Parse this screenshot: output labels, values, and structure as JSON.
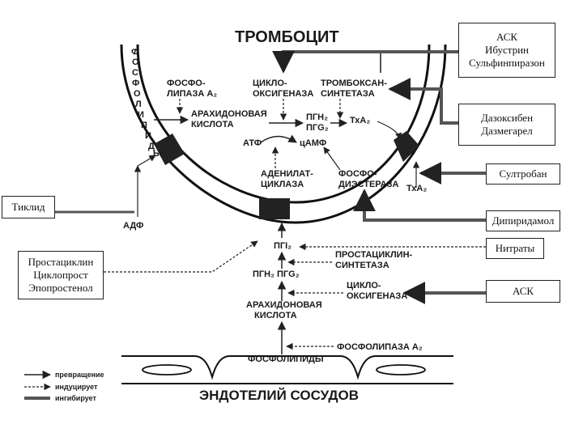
{
  "cell": {
    "title": "ТРОМБОЦИТ",
    "membrane_label": "ФОСФОЛИПИДЫ",
    "phospholipase": [
      "ФОСФО-",
      "ЛИПАЗА А₂"
    ],
    "cyclooxygenase": [
      "ЦИКЛО-",
      "ОКСИГЕНАЗА"
    ],
    "thromboxane_synthetase": [
      "ТРОМБОКСАН-",
      "СИНТЕТАЗА"
    ],
    "arachidonic_acid": [
      "АРАХИДОНОВАЯ",
      "КИСЛОТА"
    ],
    "pgh_pgg": [
      "ПГН₂",
      "ПГG₂"
    ],
    "txa2": "ТхА₂",
    "atp": "АТФ",
    "camp": "цАМФ",
    "adenylate_cyclase": [
      "АДЕНИЛАТ-",
      "ЦИКЛАЗА"
    ],
    "phosphodiesterase": [
      "ФОСФО-",
      "ДИЭСТЕРАЗА"
    ],
    "txa2_receptor": "ТхА₂",
    "adp": "АДФ"
  },
  "endothelium": {
    "pgi2": "ПГI₂",
    "prostacyclin_synthetase": [
      "ПРОСТАЦИКЛИН-",
      "СИНТЕТАЗА"
    ],
    "pgh_pgg": "ПГН₂  ПГG₂",
    "cyclooxygenase": [
      "ЦИКЛО-",
      "ОКСИГЕНАЗА"
    ],
    "arachidonic_acid": [
      "АРАХИДОНОВАЯ",
      "КИСЛОТА"
    ],
    "phospholipids": "ФОСФОЛИПИДЫ",
    "phospholipase": "ФОСФОЛИПАЗА А₂",
    "title": "ЭНДОТЕЛИЙ СОСУДОВ"
  },
  "legend": {
    "conversion": "превращение",
    "induces": "индуцирует",
    "inhibits": "ингибирует"
  },
  "drug_boxes": {
    "ask_group": [
      "АСК",
      "Ибустрин",
      "Сульфинпиразон"
    ],
    "dazoxiben": [
      "Дазоксибен",
      "Дазмегарел"
    ],
    "sultroban": [
      "Султробан"
    ],
    "ticlid": [
      "Тиклид"
    ],
    "dipyridamole": [
      "Дипиридамол"
    ],
    "nitrates": [
      "Нитраты"
    ],
    "prostacyclin": [
      "Простациклин",
      "Циклопрост",
      "Эпопростенол"
    ],
    "ask": [
      "АСК"
    ]
  }
}
